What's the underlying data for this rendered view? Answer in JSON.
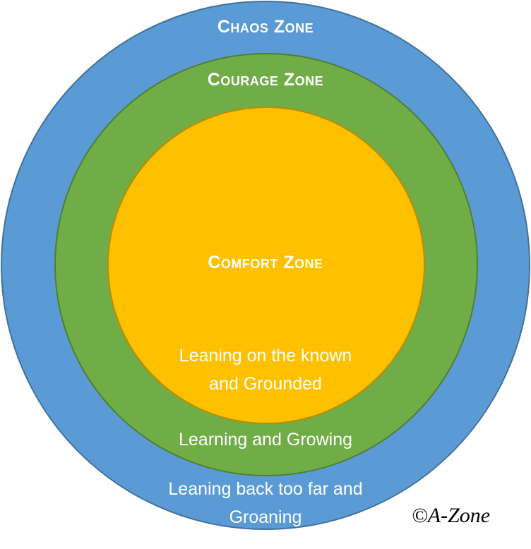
{
  "diagram": {
    "type": "concentric-circles",
    "zones": [
      {
        "name": "Chaos Zone",
        "description_lines": [
          "Leaning back too far and",
          "Groaning"
        ],
        "fill_color": "#5b9bd5",
        "border_color": "#41719c"
      },
      {
        "name": "Courage Zone",
        "description_lines": [
          "Learning and Growing"
        ],
        "fill_color": "#70ad47",
        "border_color": "#507e32"
      },
      {
        "name": "Comfort Zone",
        "description_lines": [
          "Leaning on the known",
          "and Grounded"
        ],
        "fill_color": "#ffc000",
        "border_color": "#bc8c00"
      }
    ],
    "copyright": "©A-Zone"
  }
}
